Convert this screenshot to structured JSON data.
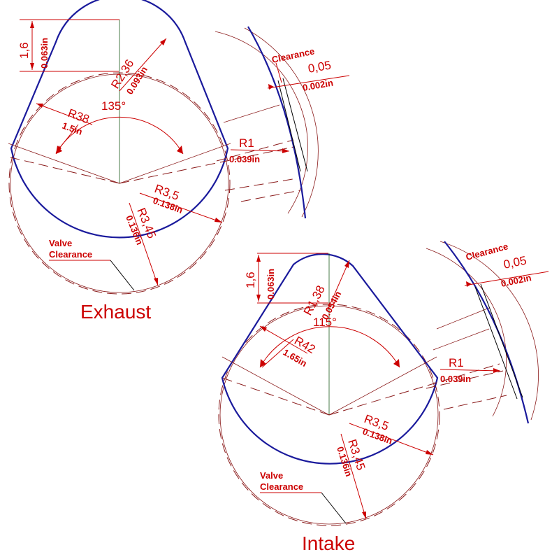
{
  "exhaust": {
    "title": "Exhaust",
    "lift_mm": "1,6",
    "lift_in": "0.063in",
    "nose_r_mm": "R2,36",
    "nose_r_in": "0.093in",
    "angle": "135°",
    "flank_r_mm": "R38",
    "flank_r_in": "1.5in",
    "base_r_mm": "R3,5",
    "base_r_in": "0.138in",
    "base2_r_mm": "R3,45",
    "base2_r_in": "0.136in",
    "valve_1": "Valve",
    "valve_2": "Clearance",
    "clearance_label": "Clearance",
    "clearance_mm": "0,05",
    "clearance_in": "0.002in",
    "r1_mm": "R1",
    "r1_in": "0.039in"
  },
  "intake": {
    "title": "Intake",
    "lift_mm": "1,6",
    "lift_in": "0.063in",
    "nose_r_mm": "R1,38",
    "nose_r_in": "0.054in",
    "angle": "115°",
    "flank_r_mm": "R42",
    "flank_r_in": "1.65in",
    "base_r_mm": "R3,5",
    "base_r_in": "0.138in",
    "base2_r_mm": "R3,45",
    "base2_r_in": "0.136in",
    "valve_1": "Valve",
    "valve_2": "Clearance",
    "clearance_label": "Clearance",
    "clearance_mm": "0,05",
    "clearance_in": "0.002in",
    "r1_mm": "R1",
    "r1_in": "0.039in"
  }
}
